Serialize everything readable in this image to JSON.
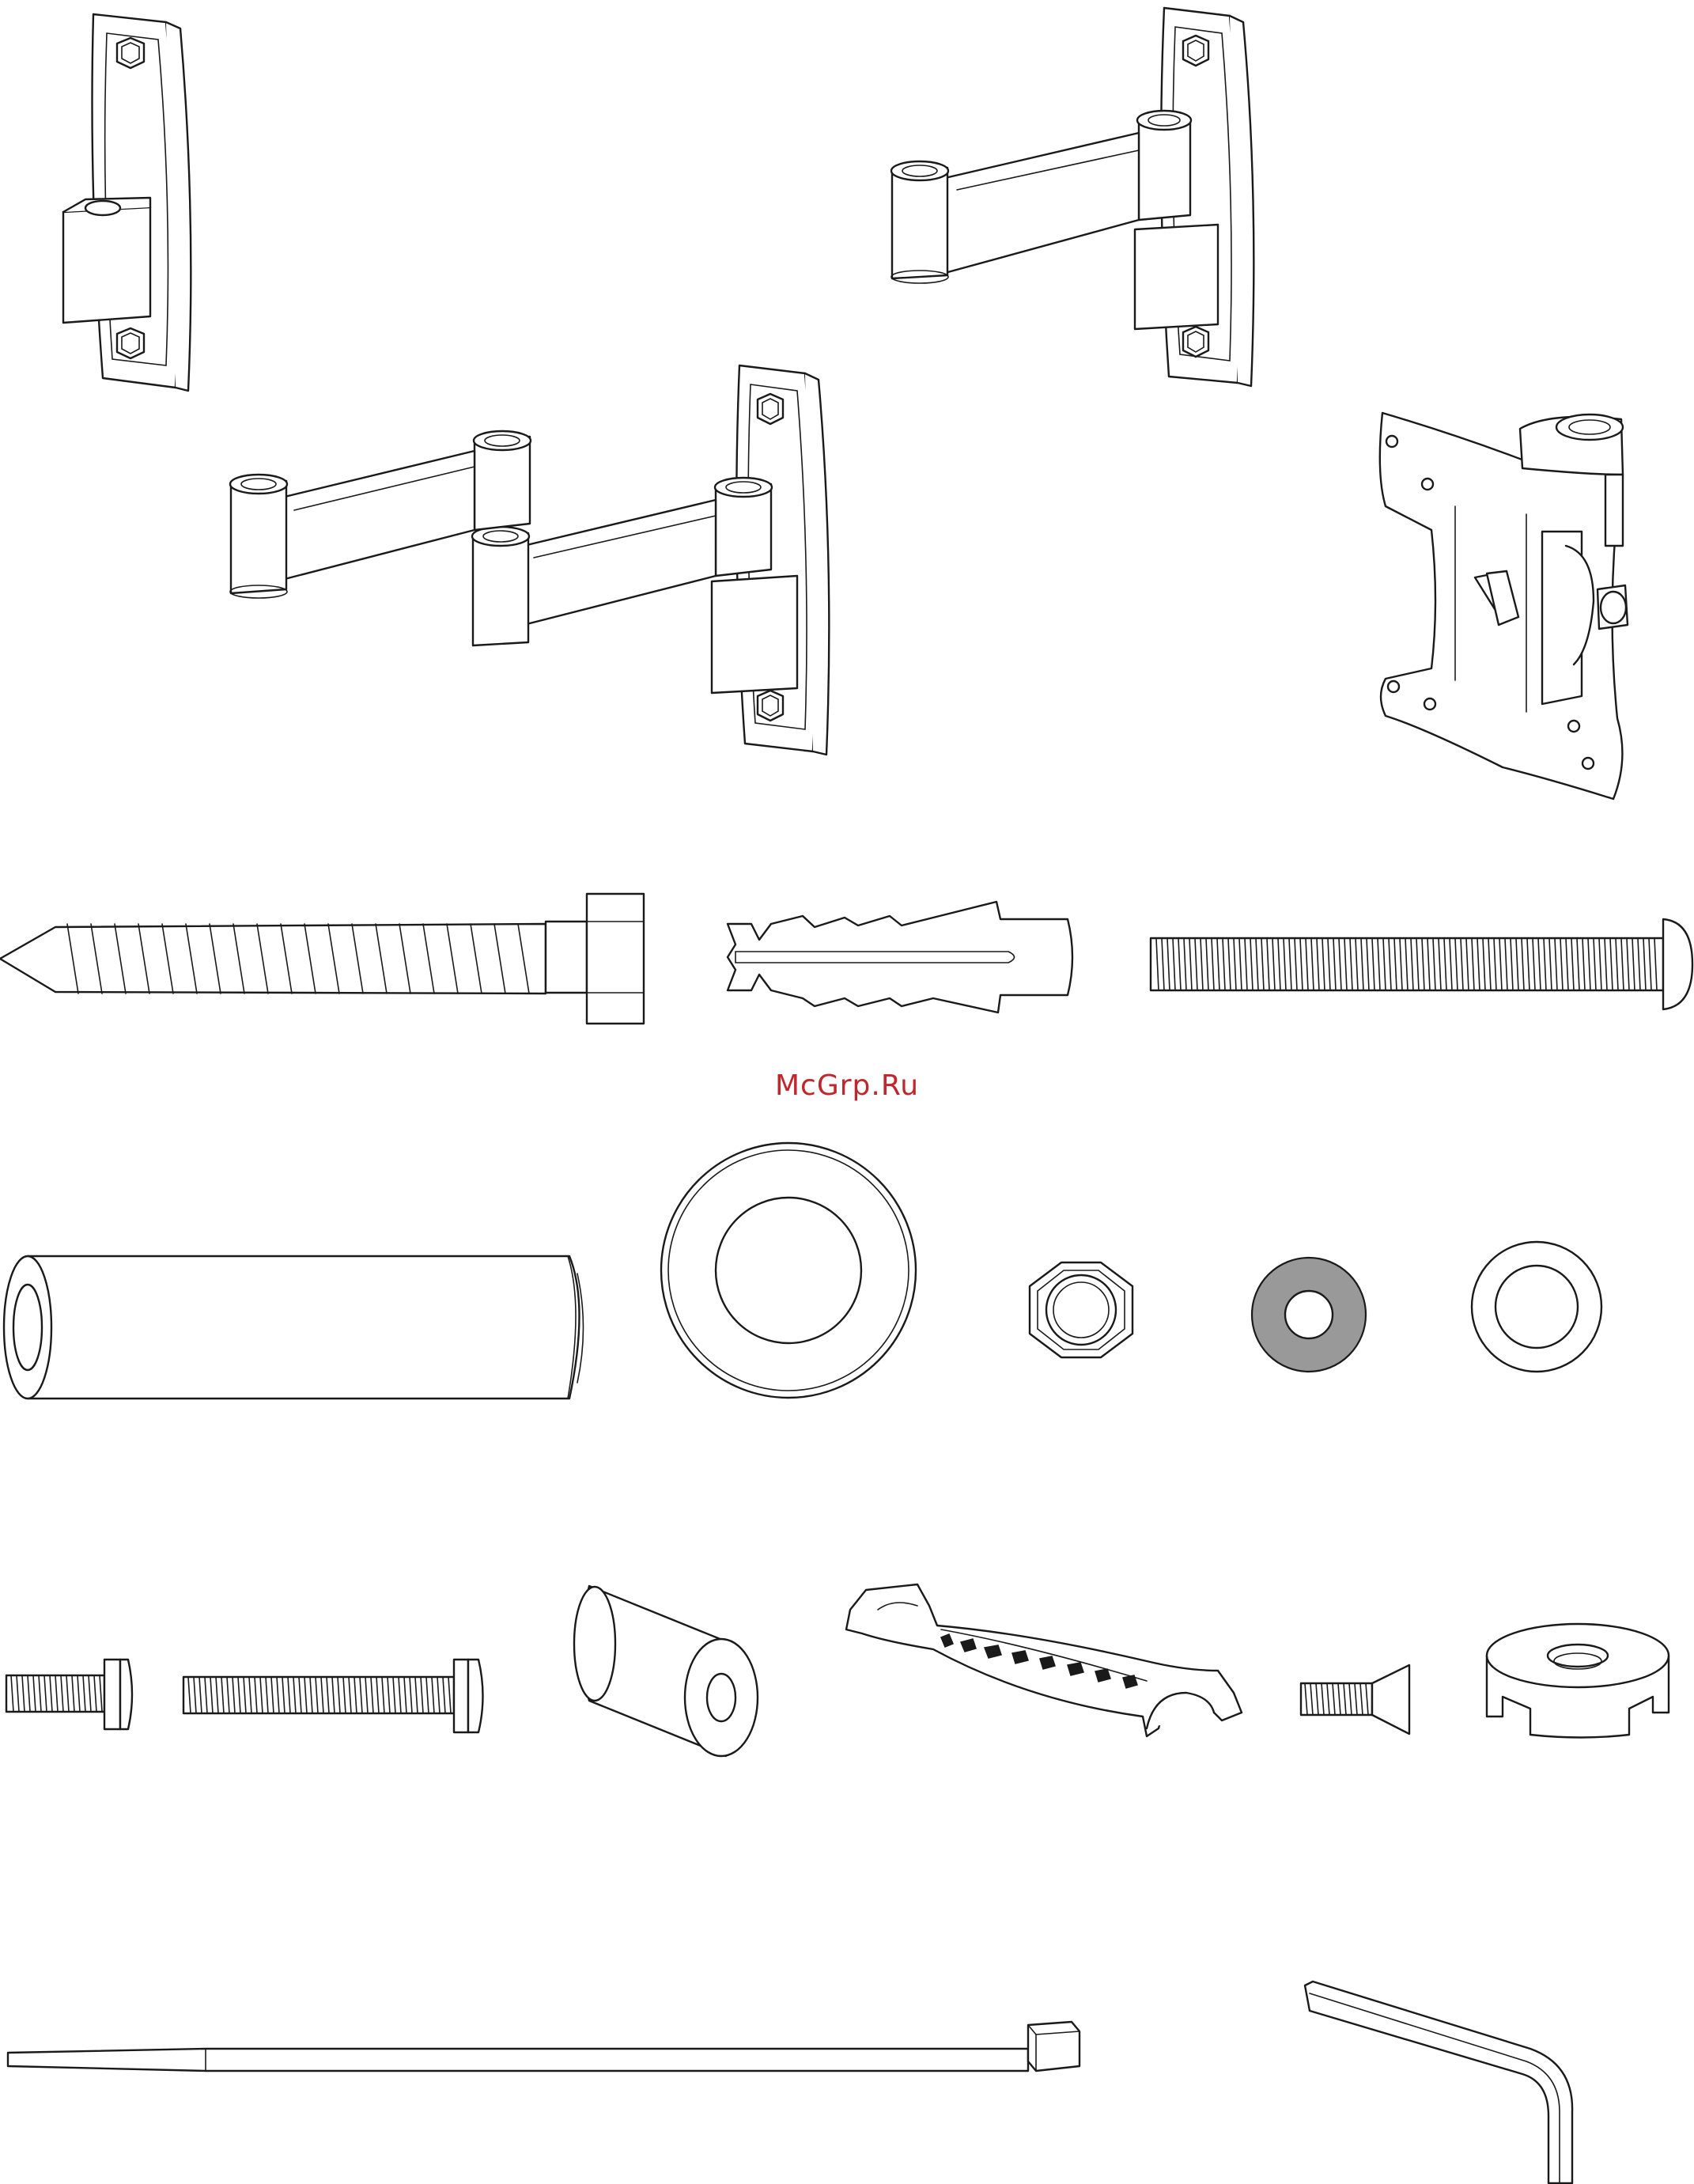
{
  "watermark": {
    "text": "McGrp.Ru",
    "color": "#c0272d"
  },
  "colors": {
    "line": "#1a1a1a",
    "background": "#ffffff",
    "washer_fill": "#999999"
  },
  "parts": [
    {
      "name": "wall-plate-single-pivot",
      "icon": "wall-plate-icon"
    },
    {
      "name": "wall-plate-with-single-arm",
      "icon": "single-arm-icon"
    },
    {
      "name": "wall-plate-with-double-arm",
      "icon": "double-arm-icon"
    },
    {
      "name": "tilt-head-vesa-plate",
      "icon": "tilt-head-icon"
    },
    {
      "name": "lag-bolt",
      "icon": "lag-bolt-icon"
    },
    {
      "name": "wall-anchor",
      "icon": "wall-anchor-icon"
    },
    {
      "name": "long-machine-bolt",
      "icon": "long-bolt-icon"
    },
    {
      "name": "cylindrical-spacer",
      "icon": "spacer-tube-icon"
    },
    {
      "name": "large-washer",
      "icon": "large-washer-icon"
    },
    {
      "name": "hex-nut",
      "icon": "hex-nut-icon"
    },
    {
      "name": "grey-washer",
      "icon": "grey-washer-icon"
    },
    {
      "name": "flat-washer",
      "icon": "flat-washer-icon"
    },
    {
      "name": "short-screw",
      "icon": "short-screw-icon"
    },
    {
      "name": "medium-screw",
      "icon": "medium-screw-icon"
    },
    {
      "name": "short-spacer",
      "icon": "short-spacer-icon"
    },
    {
      "name": "cable-clip",
      "icon": "cable-clip-icon"
    },
    {
      "name": "countersunk-screw",
      "icon": "countersunk-screw-icon"
    },
    {
      "name": "castellated-nut",
      "icon": "castellated-nut-icon"
    },
    {
      "name": "cable-tie",
      "icon": "cable-tie-icon"
    },
    {
      "name": "allen-key",
      "icon": "allen-key-icon"
    }
  ]
}
